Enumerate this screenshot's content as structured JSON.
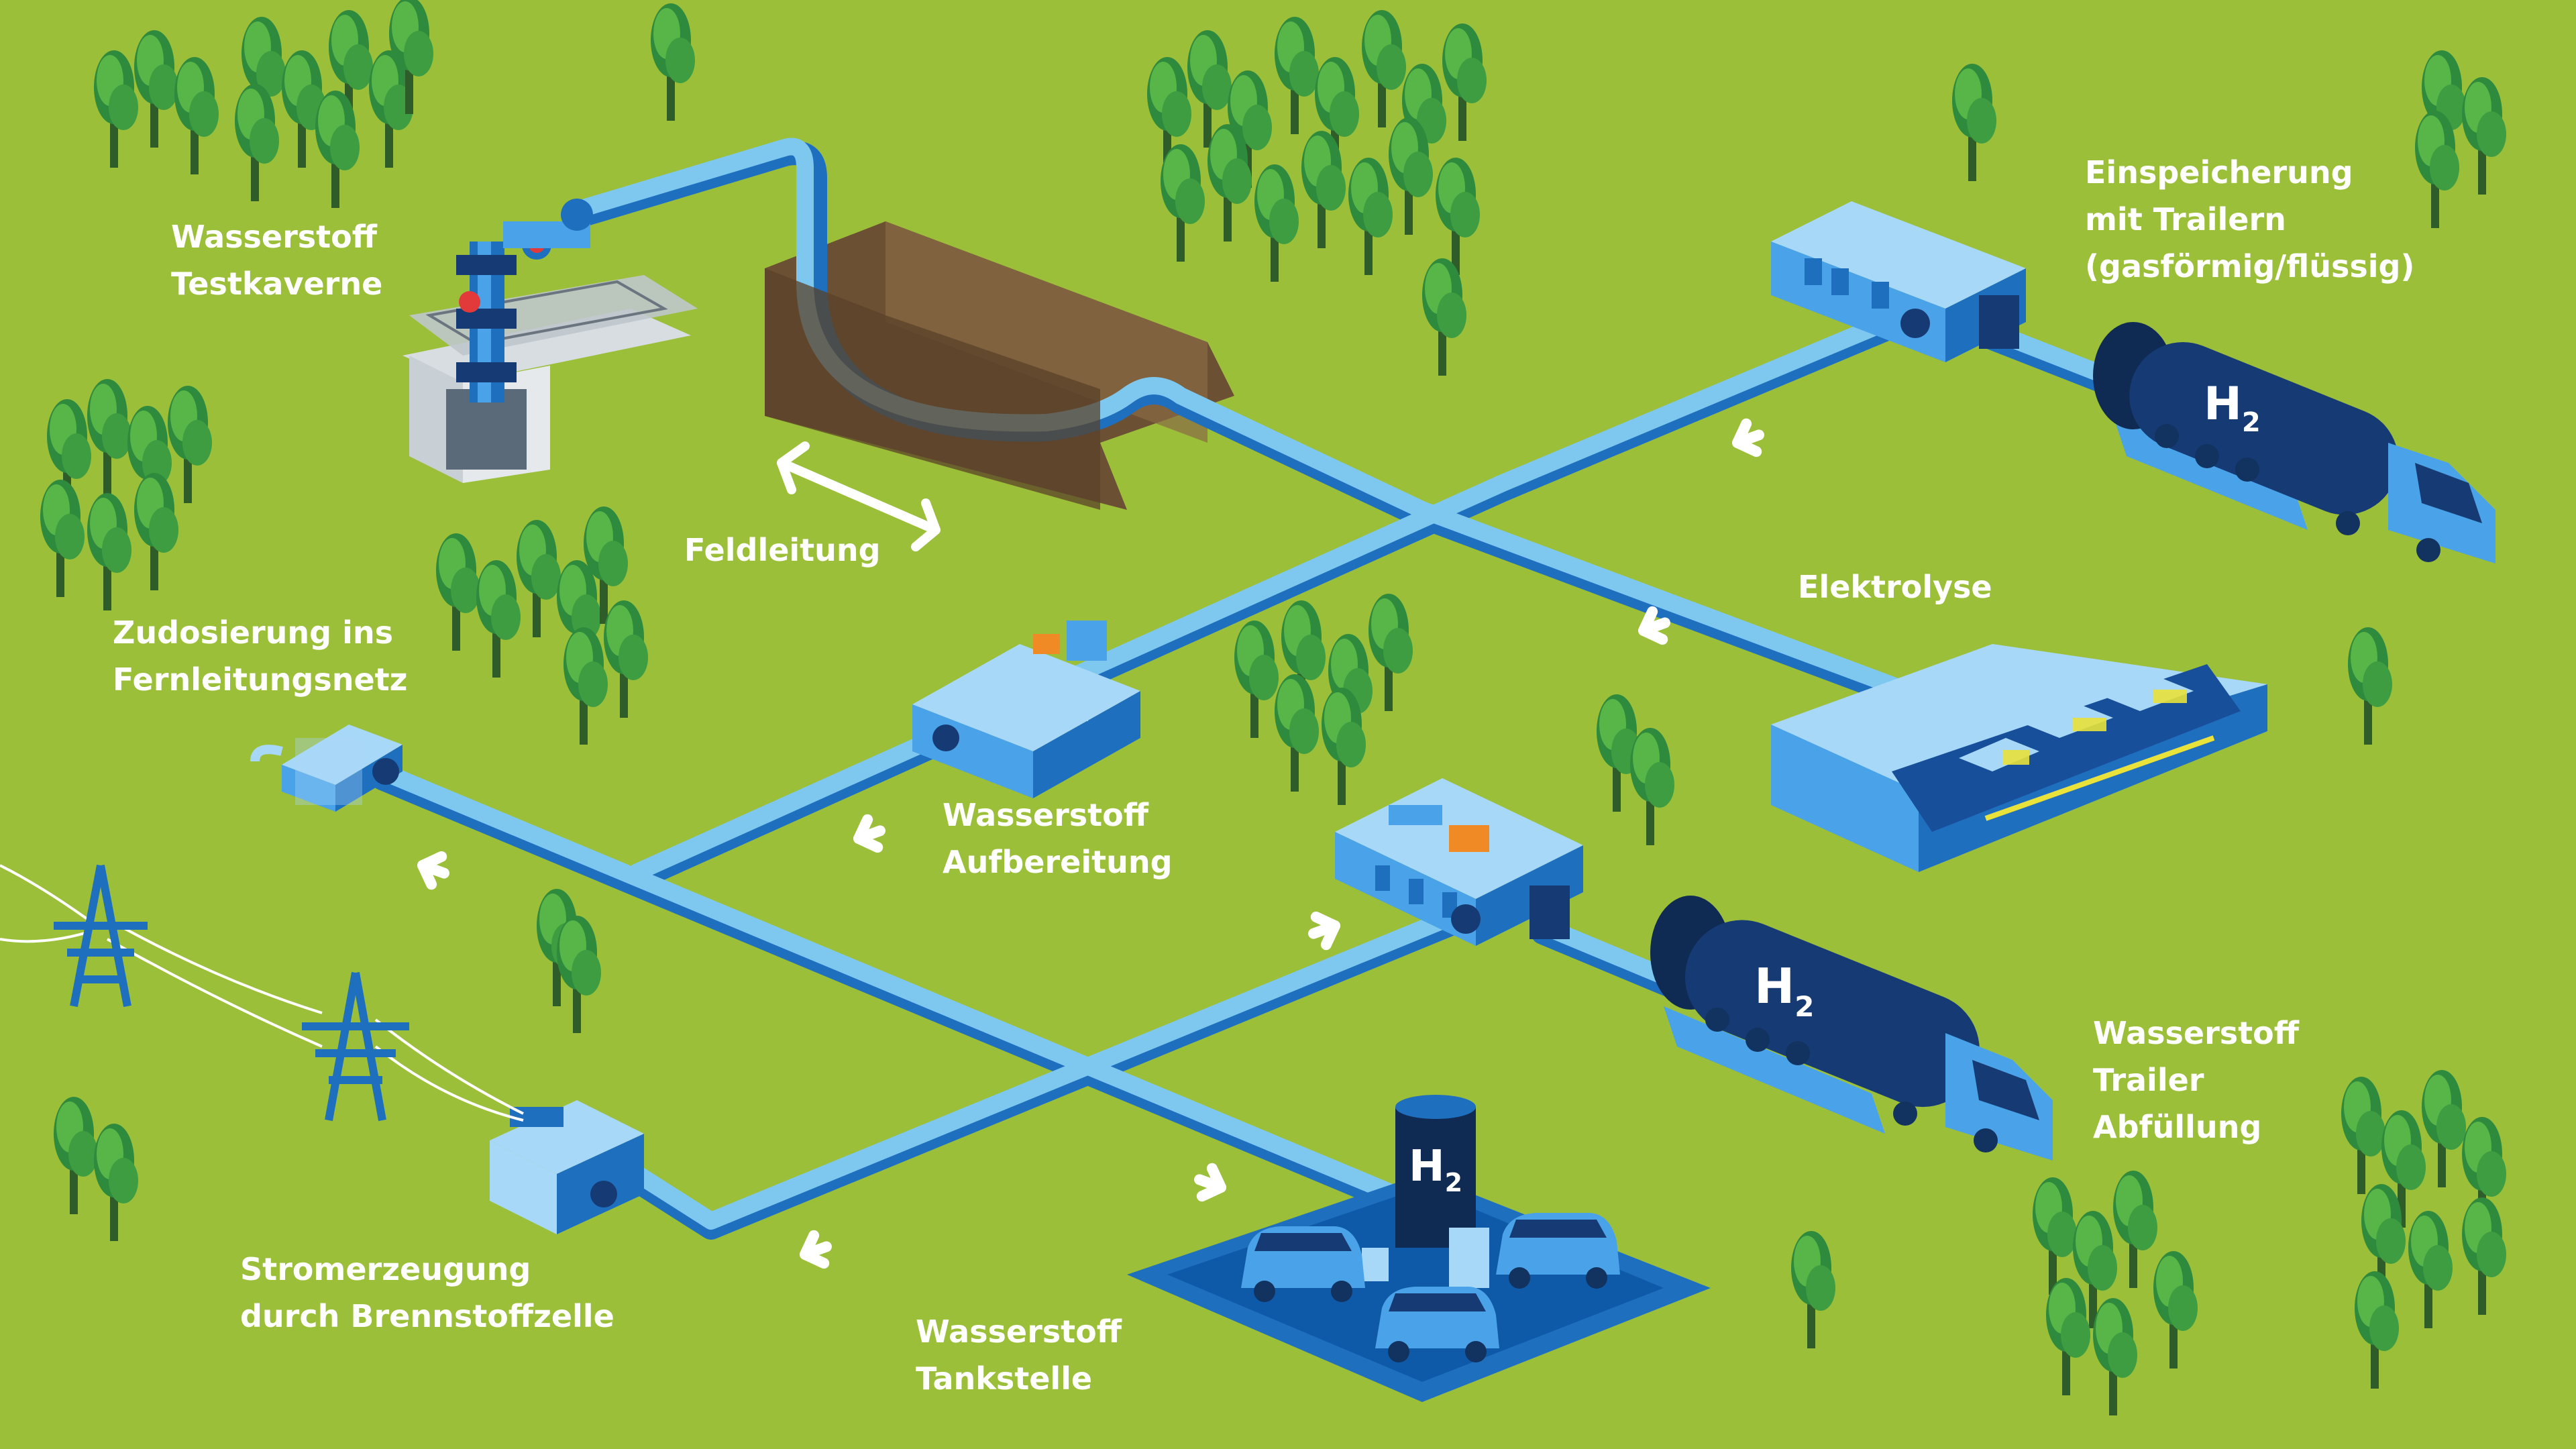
{
  "colors": {
    "background": "#9cbf3a",
    "pipe": "#7ec8f0",
    "pipe_shadow": "#1f6fbf",
    "building_top": "#a8d8f8",
    "building_front": "#1f6fbf",
    "building_side": "#174f9a",
    "dark_navy": "#12325f",
    "trench": "#6b5034",
    "tree_dark": "#2e8a3c",
    "tree_light": "#58b548",
    "label": "#ffffff",
    "accent_orange": "#f08a24",
    "stripe_yellow": "#e8e23a"
  },
  "labels": {
    "testkaverne": [
      "Wasserstoff",
      "Testkaverne"
    ],
    "feldleitung": [
      "Feldleitung"
    ],
    "einspeicherung": [
      "Einspeicherung",
      "mit Trailern",
      "(gasförmig/flüssig)"
    ],
    "elektrolyse": [
      "Elektrolyse"
    ],
    "zudosierung": [
      "Zudosierung ins",
      "Fernleitungsnetz"
    ],
    "aufbereitung": [
      "Wasserstoff",
      "Aufbereitung"
    ],
    "trailer_abfuellung": [
      "Wasserstoff",
      "Trailer",
      "Abfüllung"
    ],
    "stromerzeugung": [
      "Stromerzeugung",
      "durch Brennstoffzelle"
    ],
    "tankstelle": [
      "Wasserstoff",
      "Tankstelle"
    ]
  },
  "h2_symbols": {
    "truck_top": {
      "main": "H",
      "sub": "2"
    },
    "truck_bottom": {
      "main": "H",
      "sub": "2"
    },
    "tank_station": {
      "main": "H",
      "sub": "2"
    }
  }
}
